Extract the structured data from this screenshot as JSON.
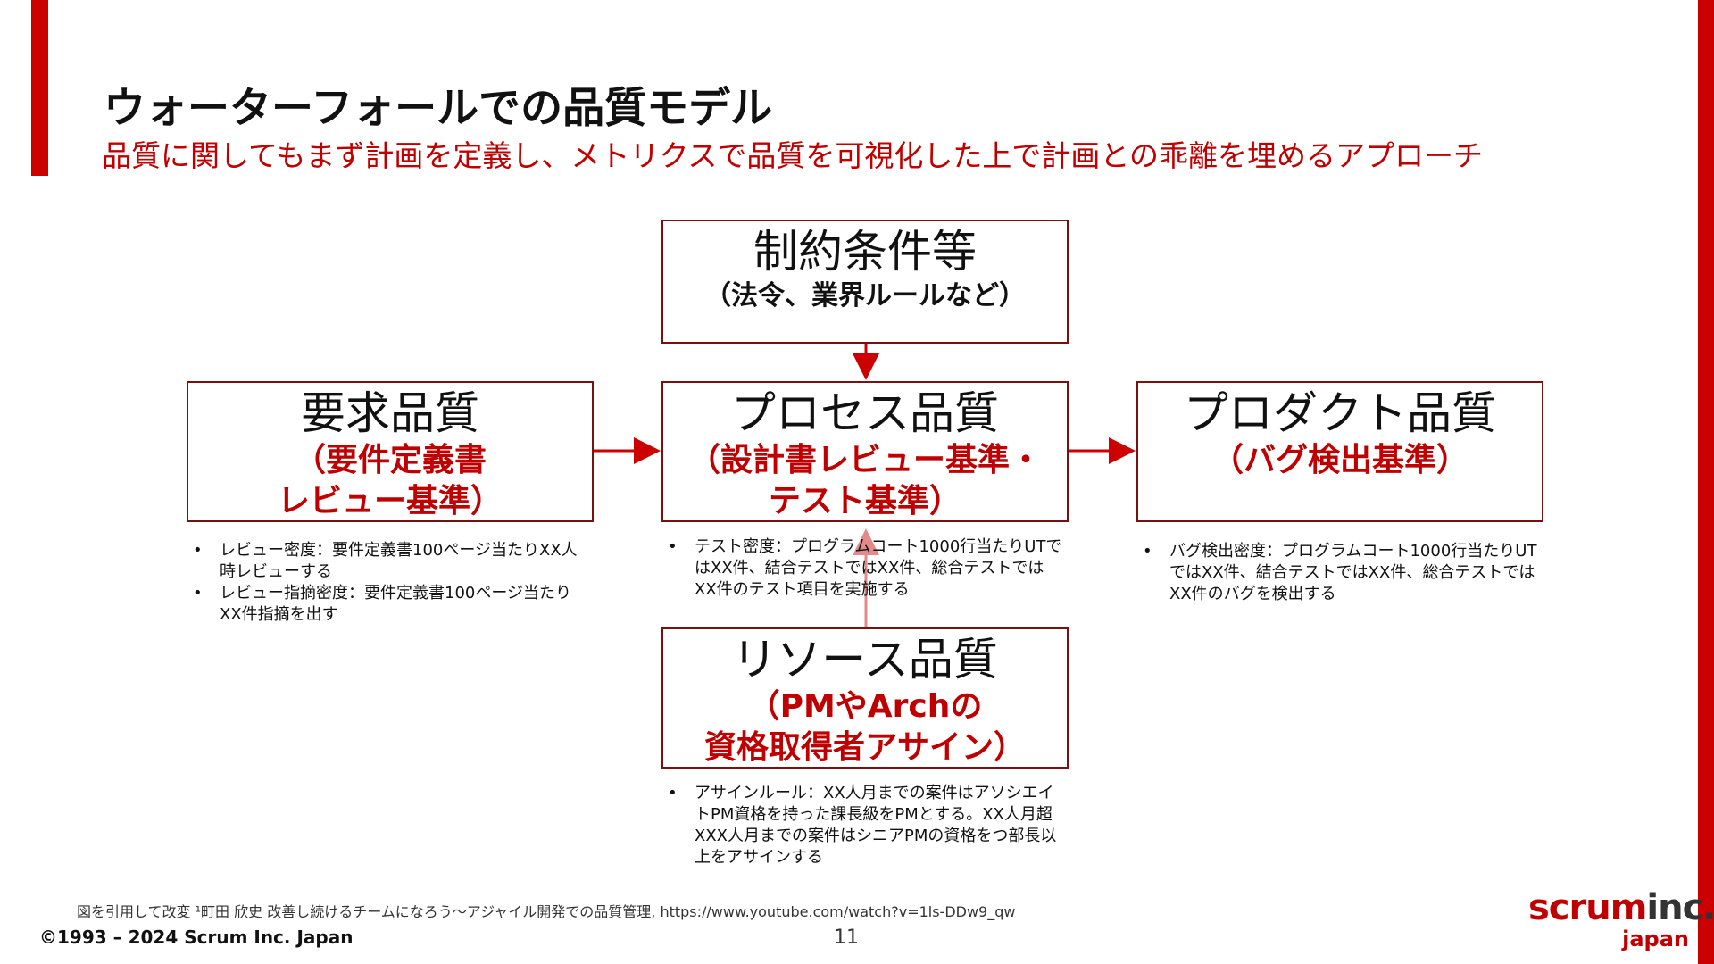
{
  "slide": {
    "title": "ウォーターフォールでの品質モデル",
    "subtitle": "品質に関してもまず計画を定義し、メトリクスで品質を可視化した上で計画との乖離を埋めるアプローチ",
    "page_number": "11",
    "citation": "図を引用して改変 ¹町田 欣史 改善し続けるチームになろう～アジャイル開発での品質管理, https://www.youtube.com/watch?v=1ls-DDw9_qw",
    "copyright": "©1993 – 2024 Scrum Inc. Japan"
  },
  "logo": {
    "part1": "scrum",
    "part2": "inc.",
    "sub": "japan"
  },
  "boxes": {
    "constraints": {
      "title": "制約条件等",
      "sub": "（法令、業界ルールなど）"
    },
    "requirements": {
      "title": "要求品質",
      "sub_line1": "（要件定義書",
      "sub_line2": "レビュー基準）"
    },
    "process": {
      "title": "プロセス品質",
      "sub_line1": "（設計書レビュー基準・",
      "sub_line2": "テスト基準）"
    },
    "product": {
      "title": "プロダクト品質",
      "sub": "（バグ検出基準）"
    },
    "resource": {
      "title": "リソース品質",
      "sub_line1": "（PMやArchの",
      "sub_line2": "資格取得者アサイン）"
    }
  },
  "notes": {
    "requirements": [
      "レビュー密度：要件定義書100ページ当たりXX人時レビューする",
      "レビュー指摘密度：要件定義書100ページ当たりXX件指摘を出す"
    ],
    "process": [
      "テスト密度：プログラムコート1000行当たりUTではXX件、結合テストではXX件、総合テストではXX件のテスト項目を実施する"
    ],
    "product": [
      "バグ検出密度：プログラムコート1000行当たりUTではXX件、結合テストではXX件、総合テストではXX件のバグを検出する"
    ],
    "resource": [
      "アサインルール：XX人月までの案件はアソシエイトPM資格を持った課長級をPMとする。XX人月超XXX人月までの案件はシニアPMの資格をつ部長以上をアサインする"
    ]
  },
  "colors": {
    "accent": "#c00000",
    "box_border": "#7a1010",
    "arrow": "#cc0000"
  }
}
